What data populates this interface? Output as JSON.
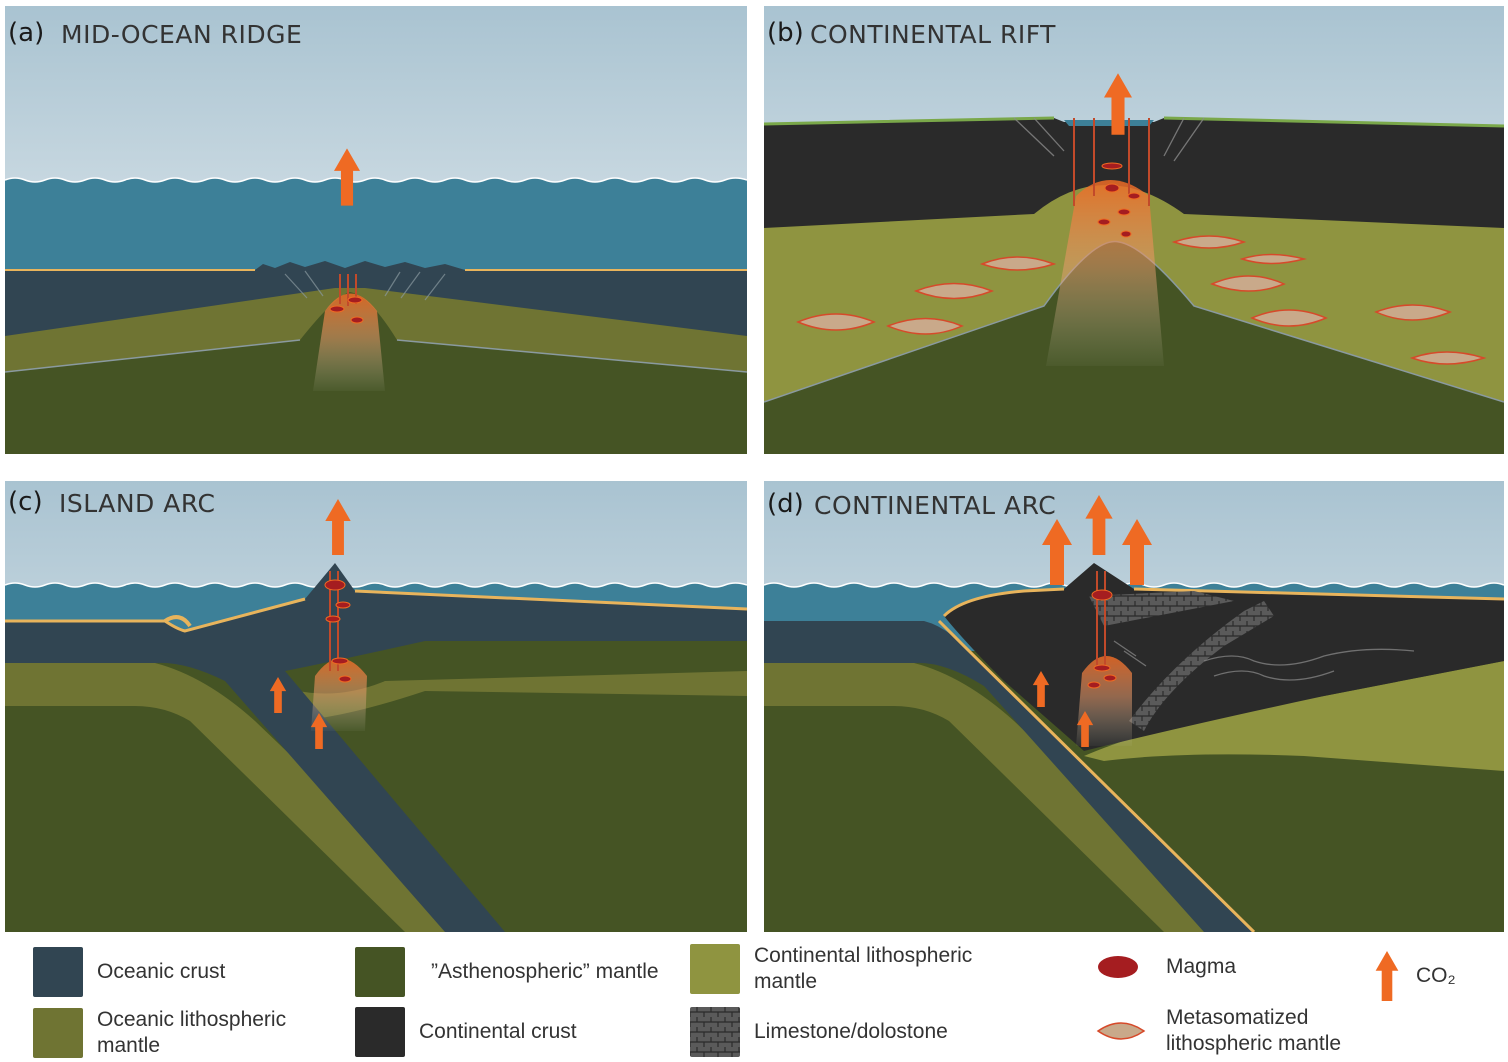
{
  "panels": [
    {
      "letter": "(a)",
      "title": "MID-OCEAN RIDGE"
    },
    {
      "letter": "(b)",
      "title": "CONTINENTAL RIFT"
    },
    {
      "letter": "(c)",
      "title": "ISLAND ARC"
    },
    {
      "letter": "(d)",
      "title": "CONTINENTAL ARC"
    }
  ],
  "legend": [
    {
      "label": "Oceanic crust",
      "color": "#314552"
    },
    {
      "label": "Oceanic lithospheric mantle",
      "color": "#6f7433"
    },
    {
      "label": "”Asthenospheric” mantle",
      "color": "#455424"
    },
    {
      "label": "Continental crust",
      "color": "#2a2a2a"
    },
    {
      "label": "Continental lithospheric mantle",
      "color": "#8f9440"
    },
    {
      "label": "Limestone/dolostone",
      "color": "#4a4a4a"
    },
    {
      "label": "Magma",
      "color": "#a51d20"
    },
    {
      "label": "Metasomatized lithospheric mantle",
      "color": "#c9a98a"
    },
    {
      "label": "CO₂",
      "color": "#ef6a23"
    }
  ],
  "colors": {
    "sky_top": "#a9c3d1",
    "sky_bottom": "#f4f6f7",
    "ocean": "#3d8098",
    "oceanic_crust": "#314552",
    "oceanic_lith_mantle": "#6f7433",
    "astheno_mantle": "#455424",
    "continental_crust": "#2a2a2a",
    "continental_lith_mantle": "#8f9440",
    "sediment": "#e8b45c",
    "magma": "#a51d20",
    "co2": "#ef6a23"
  }
}
